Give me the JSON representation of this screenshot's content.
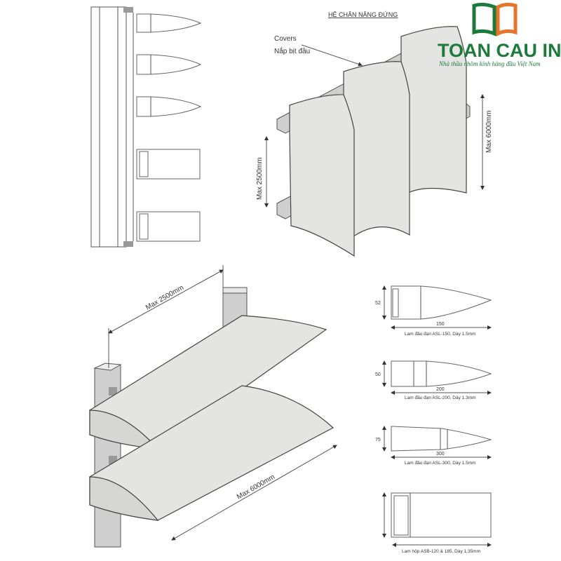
{
  "title": "HỆ CHÂN NÂNG ĐỨNG",
  "covers_label": "Covers",
  "covers_label_vi": "Nắp bịt đầu",
  "vertical_system": {
    "height_short": "Max 2500mm",
    "height_tall": "Max 6000mm"
  },
  "horizontal_system": {
    "span": "Max 2500mm",
    "length": "Max 6000mm"
  },
  "logo": {
    "name": "TOAN CAU INVEST",
    "tagline": "Nhà thầu nhôm kính hàng đầu Việt Nam",
    "colors": {
      "green": "#1c7a3a",
      "orange": "#e8742a"
    }
  },
  "profiles": [
    {
      "height": "52",
      "width": "150",
      "caption": "Lam đầu đạn ASL-150, Dày 1.5mm"
    },
    {
      "height": "50",
      "width": "200",
      "caption": "Lam đầu đạn ASL-200, Dày 1.3mm"
    },
    {
      "height": "75",
      "width": "300",
      "caption": "Lam đầu đạn ASL-300, Dày 1.5mm"
    },
    {
      "caption": "Lam hộp ASB-120 & 185, Dày 1.35mm"
    }
  ]
}
